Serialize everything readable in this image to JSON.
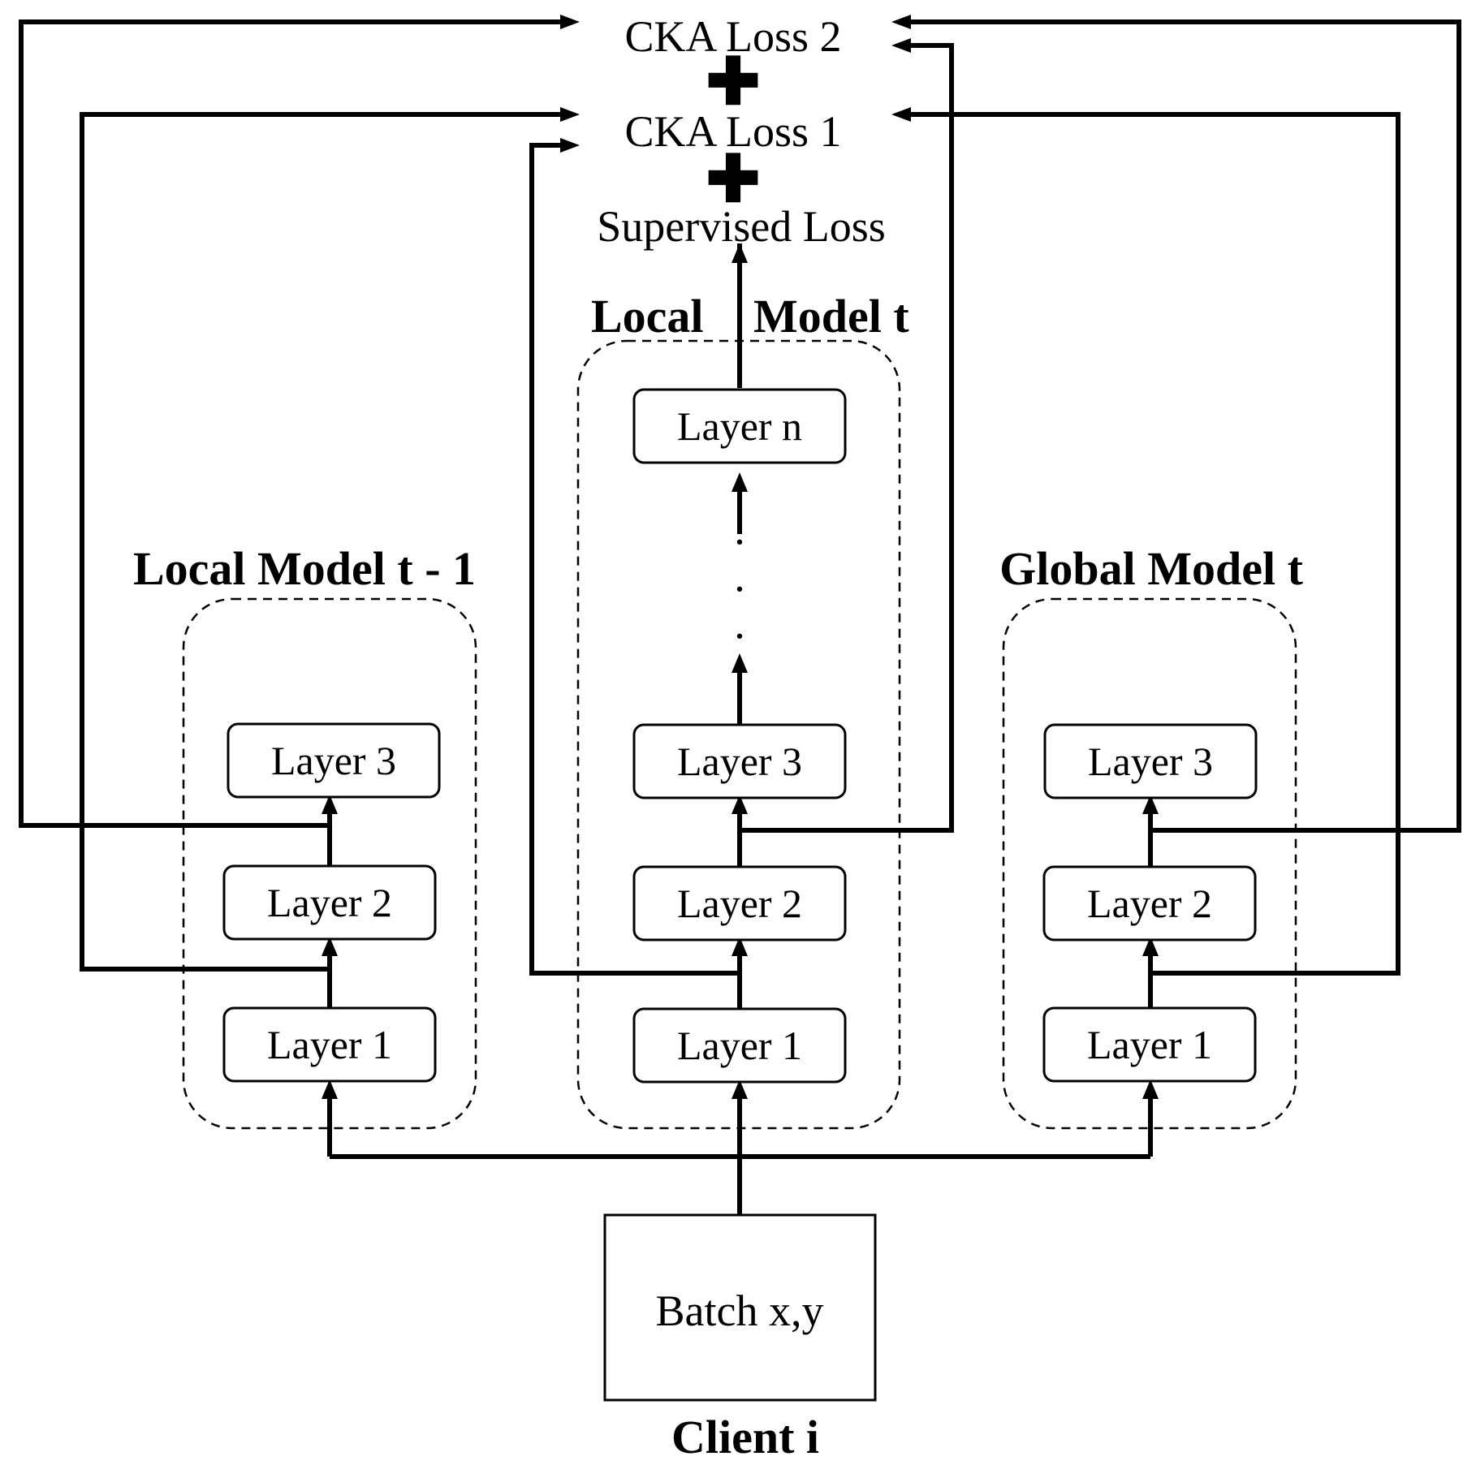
{
  "losses": {
    "cka2": "CKA Loss 2",
    "cka1": "CKA Loss 1",
    "supervised": "Supervised Loss",
    "plus": "✚"
  },
  "models": {
    "prev_local": {
      "title": "Local Model t - 1",
      "layers": [
        "Layer 3",
        "Layer 2",
        "Layer 1"
      ]
    },
    "local": {
      "title_part1": "Local",
      "title_part2": "Model t",
      "layers": [
        "Layer n",
        "Layer 3",
        "Layer 2",
        "Layer 1"
      ],
      "ellipsis": "."
    },
    "global": {
      "title": "Global Model t",
      "layers": [
        "Layer 3",
        "Layer 2",
        "Layer 1"
      ]
    }
  },
  "client": {
    "batch": "Batch x,y",
    "label": "Client i"
  }
}
